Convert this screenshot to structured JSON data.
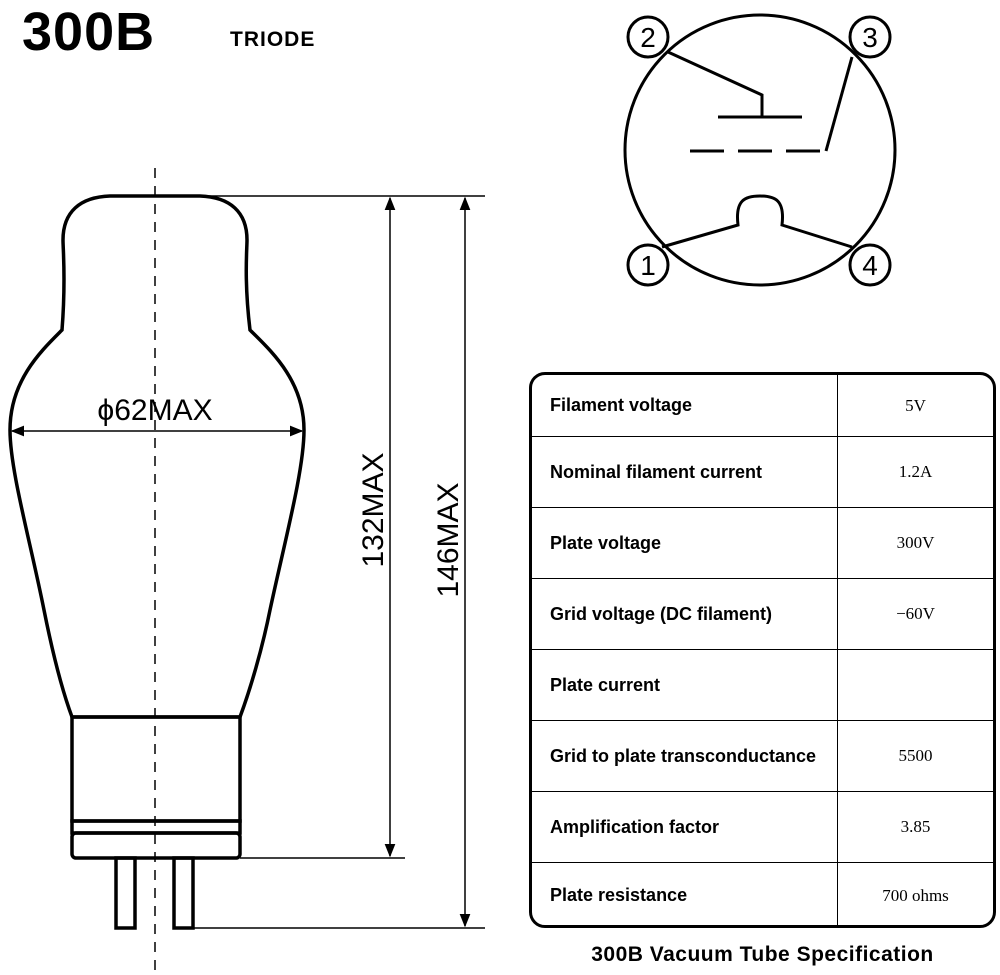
{
  "header": {
    "title": "300B",
    "subtitle": "TRIODE"
  },
  "dimensions": {
    "diameter": "ϕ62MAX",
    "height_body": "132MAX",
    "height_total": "146MAX"
  },
  "pins": [
    "1",
    "2",
    "3",
    "4"
  ],
  "specs": [
    {
      "label": "Filament voltage",
      "value": "5V"
    },
    {
      "label": "Nominal filament current",
      "value": "1.2A"
    },
    {
      "label": "Plate voltage",
      "value": "300V"
    },
    {
      "label": "Grid voltage (DC filament)",
      "value": "−60V"
    },
    {
      "label": "Plate current",
      "value": ""
    },
    {
      "label": "Grid to plate transconductance",
      "value": "5500"
    },
    {
      "label": "Amplification factor",
      "value": "3.85"
    },
    {
      "label": "Plate resistance",
      "value": "700 ohms"
    }
  ],
  "caption": "300B Vacuum Tube Specification"
}
